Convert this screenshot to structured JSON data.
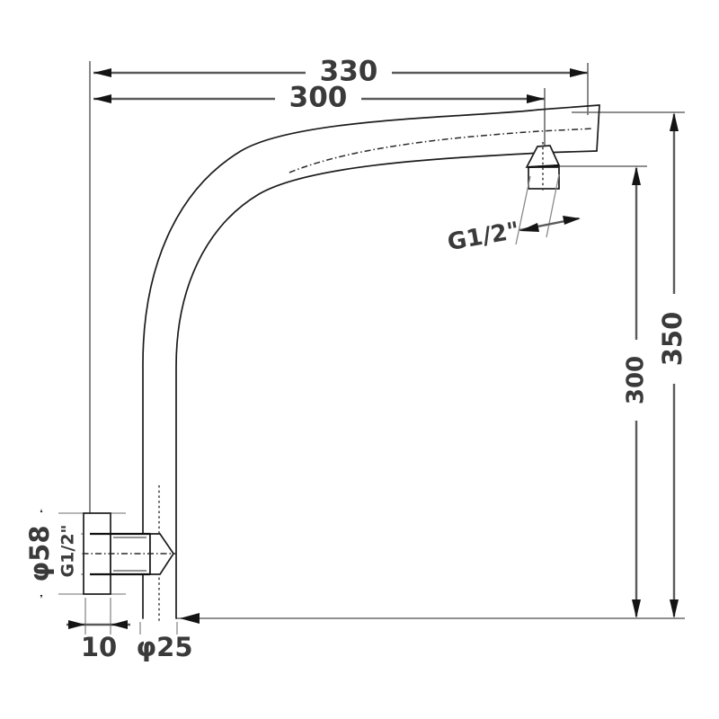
{
  "drawing": {
    "title": "Wall Mounted Shower Arm - Dimensioned Technical Drawing",
    "type": "engineering-line-drawing",
    "units": "mm",
    "background_color": "#ffffff",
    "line_color": "#1c1c1c",
    "dimension_color": "#5a5a5a",
    "text_color": "#3a3a3a"
  },
  "dimensions": {
    "overall_horizontal": {
      "label": "330",
      "name": "overall-projection-from-wall",
      "orientation": "horizontal",
      "position": "top"
    },
    "outlet_horizontal": {
      "label": "300",
      "name": "outlet-centre-projection",
      "orientation": "horizontal",
      "position": "top"
    },
    "overall_vertical": {
      "label": "350",
      "name": "overall-height",
      "orientation": "vertical-rotated",
      "position": "right-outer"
    },
    "outlet_vertical": {
      "label": "300",
      "name": "outlet-height-above-base",
      "orientation": "vertical-rotated",
      "position": "right-inner"
    },
    "flange_diameter": {
      "label": "φ58",
      "name": "wall-flange-diameter",
      "orientation": "vertical-rotated",
      "position": "left"
    },
    "inlet_thread": {
      "label": "G1/2\"",
      "name": "inlet-thread-size",
      "orientation": "vertical-rotated",
      "position": "left-inner"
    },
    "outlet_thread": {
      "label": "G1/2\"",
      "name": "outlet-thread-size",
      "orientation": "angled",
      "position": "centre-right"
    },
    "flange_thickness": {
      "label": "10",
      "name": "wall-flange-thickness",
      "orientation": "horizontal",
      "position": "bottom-left"
    },
    "tube_diameter": {
      "label": "φ25",
      "name": "tube-outer-diameter",
      "orientation": "horizontal",
      "position": "bottom"
    }
  },
  "parts": [
    {
      "name": "wall-flange-plate",
      "description": "Rectangular wall escutcheon plate"
    },
    {
      "name": "inlet-thread-body",
      "description": "Threaded G1/2 inlet connector with chamfered nose"
    },
    {
      "name": "vertical-riser-tube",
      "description": "Straight vertical tube section, diameter 25"
    },
    {
      "name": "curved-elbow",
      "description": "Swept 90 degree bend joining riser to arm"
    },
    {
      "name": "angled-arm",
      "description": "Upward inclined shower arm"
    },
    {
      "name": "arm-end-cap",
      "description": "Square cut end of arm"
    },
    {
      "name": "outlet-nozzle",
      "description": "Downward facing G1/2 outlet boss"
    }
  ]
}
